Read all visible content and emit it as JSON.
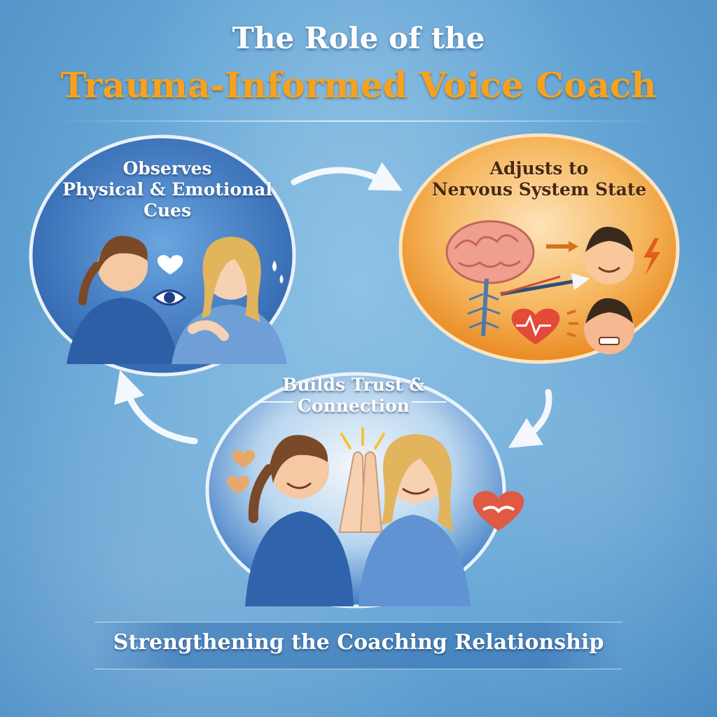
{
  "header": {
    "line1": "The Role of the",
    "line2": "Trauma-Informed Voice Coach"
  },
  "nodes": [
    {
      "id": "observe",
      "label_lines": [
        "Observes",
        "Physical & Emotional",
        "Cues"
      ]
    },
    {
      "id": "adjust",
      "label_lines": [
        "Adjusts to",
        "Nervous System State"
      ]
    },
    {
      "id": "build",
      "label_lines": [
        "Builds Trust &",
        "Connection"
      ]
    }
  ],
  "footer": {
    "text": "Strengthening the Coaching Relationship"
  },
  "colors": {
    "background": "#6aaad8",
    "title_accent": "#f6a21f",
    "observe_circle": "#3e78c2",
    "adjust_circle": "#f3a544",
    "build_circle": "#4f8dd0",
    "arrow": "#f4f7fb"
  },
  "icons": [
    "heart-icon",
    "eye-icon",
    "brain-icon",
    "heartbeat-icon",
    "lightning-icon",
    "handshake-heart-icon"
  ]
}
